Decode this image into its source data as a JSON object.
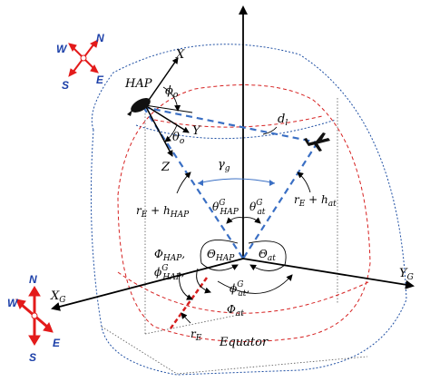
{
  "compass_top": {
    "n": "N",
    "e": "E",
    "s": "S",
    "w": "W"
  },
  "compass_bottom": {
    "n": "N",
    "e": "E",
    "s": "S",
    "w": "W"
  },
  "axes": {
    "x_local": "X",
    "y_local": "Y",
    "z_local": "Z",
    "x_global": "X",
    "x_global_sub": "G",
    "y_global": "Y",
    "y_global_sub": "G"
  },
  "labels": {
    "hap": "HAP",
    "phi_o": "ϕ",
    "phi_o_sub": "o",
    "theta_o": "θ",
    "theta_o_sub": "o",
    "d": "d",
    "d_sub": "l",
    "gamma": "γ",
    "gamma_sub": "g",
    "r_hap": "r",
    "r_hap_sub": "E",
    "r_hap_plus": " + h",
    "r_hap_plus_sub": "HAP",
    "r_at": "r",
    "r_at_sub": "E",
    "r_at_plus": " + h",
    "r_at_plus_sub": "at",
    "theta_hap_g": "θ",
    "theta_hap_g_sub": "HAP",
    "theta_hap_g_sup": "G",
    "theta_at_g": "θ",
    "theta_at_g_sub": "at",
    "theta_at_g_sup": "G",
    "big_theta_hap": "Θ",
    "big_theta_hap_sub": "HAP",
    "big_theta_at": "Θ",
    "big_theta_at_sub": "at",
    "big_phi_hap": "Φ",
    "big_phi_hap_sub": "HAP",
    "big_phi_hap_comma": ",",
    "phi_hap_g": "ϕ",
    "phi_hap_g_sub": "HAP",
    "phi_hap_g_sup": "G",
    "phi_hap_g_comma": ",",
    "phi_at_g": "ϕ",
    "phi_at_g_sub": "at",
    "phi_at_g_sup": "G",
    "phi_at_g_comma": ",",
    "big_phi_at": "Φ",
    "big_phi_at_sub": "at",
    "r_e": "r",
    "r_e_sub": "E",
    "equator": "Equator"
  },
  "colors": {
    "outer_sphere": "#1f4fa3",
    "inner_sphere": "#d62020",
    "los_links": "#3a6fc4",
    "compass": "#e31b1b",
    "compass_letters": "#1b3fa8",
    "axes": "#000000"
  }
}
